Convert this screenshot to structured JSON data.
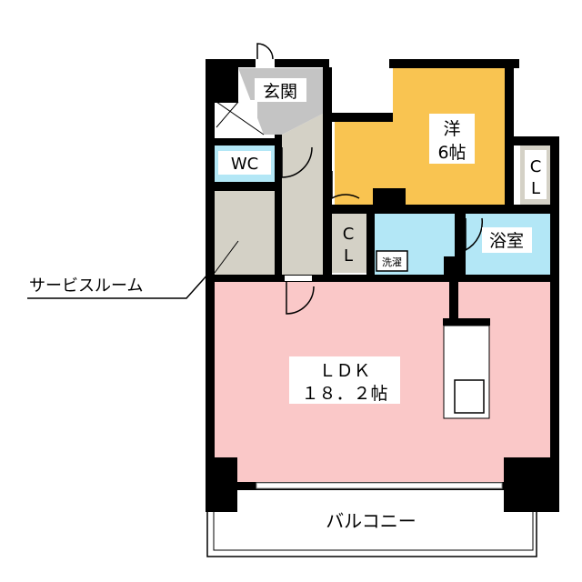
{
  "rooms": {
    "entrance": "玄関",
    "wc": "WC",
    "western_name": "洋",
    "western_size": "6帖",
    "closet1_a": "C",
    "closet1_b": "L",
    "closet2_a": "C",
    "closet2_b": "L",
    "bath": "浴室",
    "laundry": "洗濯",
    "ldk_name": "ＬＤＫ",
    "ldk_size": "１８．２帖",
    "balcony": "バルコニー",
    "service_room": "サービスルーム"
  },
  "colors": {
    "western": "#F9C451",
    "wet": "#B3E7F6",
    "ldk": "#FAC8C8",
    "corridor": "#D4D1C6",
    "entrance": "#C4C4C4",
    "wall": "#000000"
  }
}
